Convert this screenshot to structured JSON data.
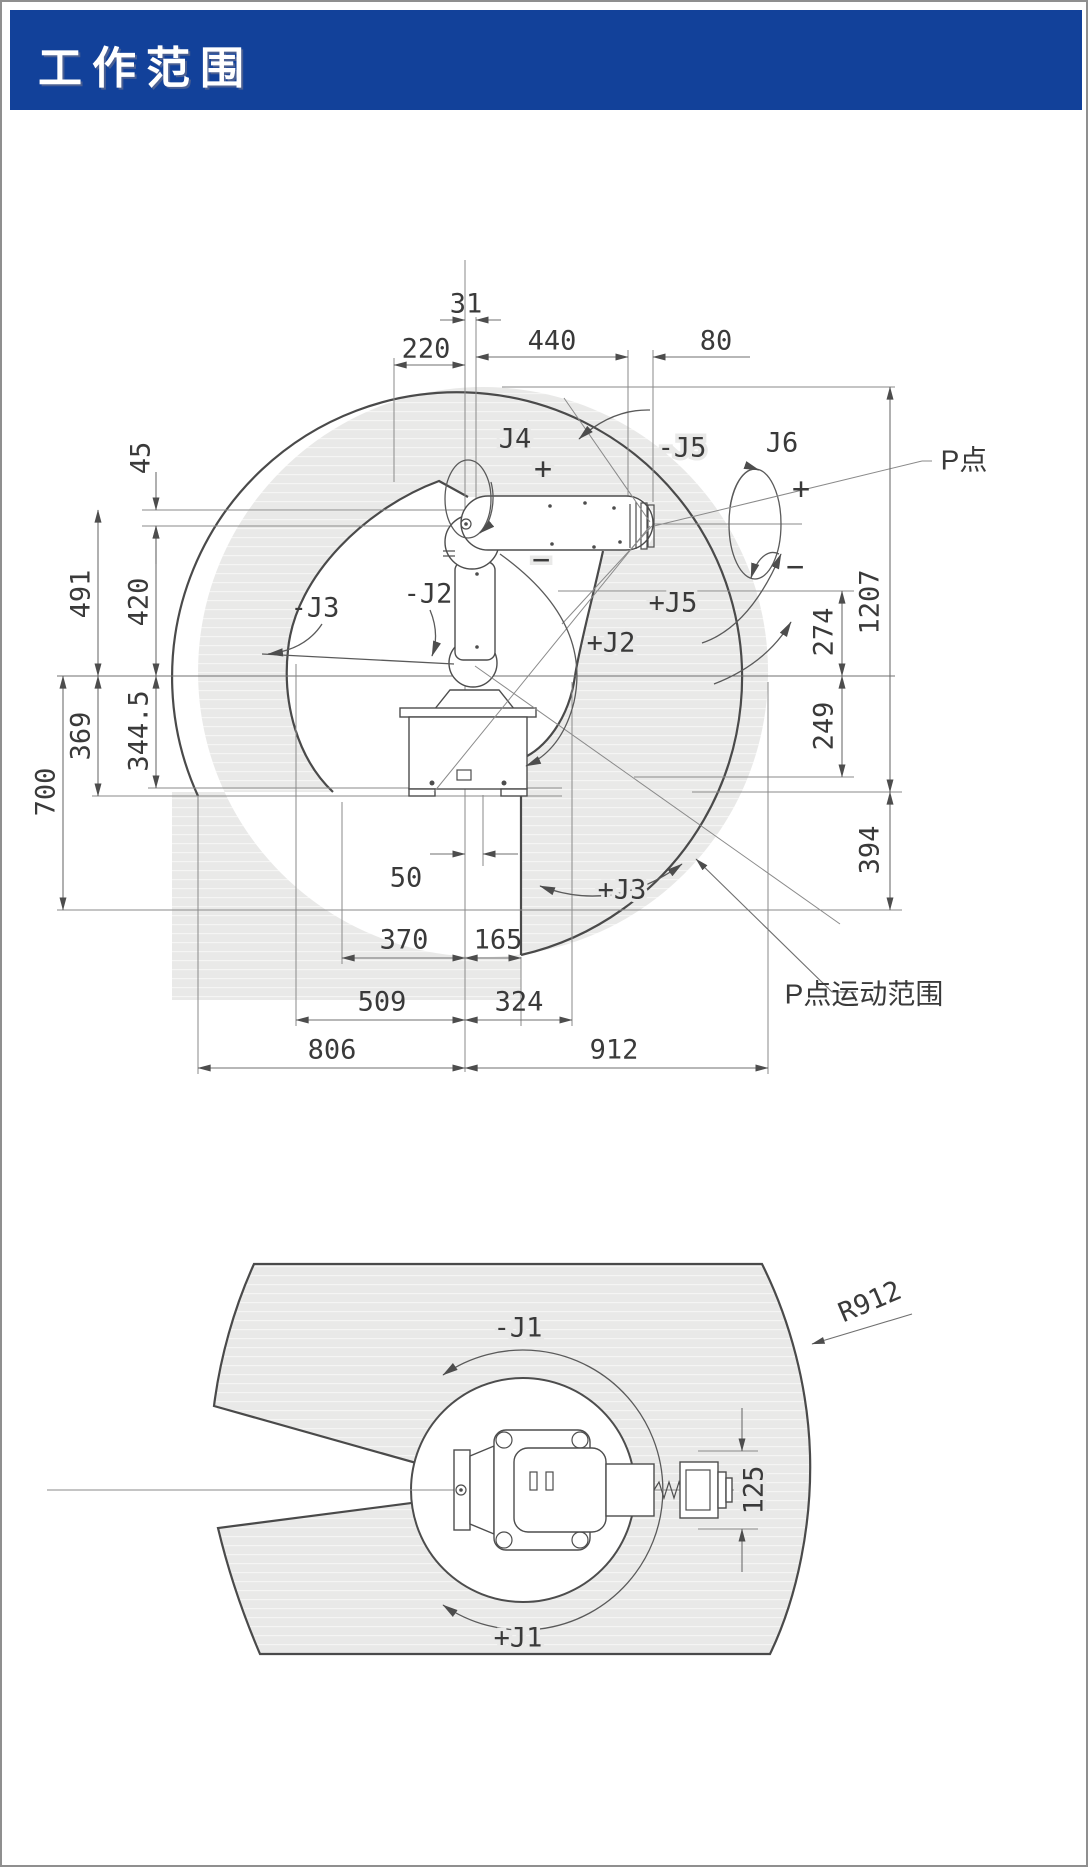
{
  "header": {
    "title": "工作范围"
  },
  "side_view": {
    "dims_top": [
      "31",
      "220",
      "440",
      "80"
    ],
    "dims_left": [
      "45",
      "491",
      "420",
      "369",
      "344.5",
      "700"
    ],
    "dims_right": [
      "1207",
      "274",
      "249",
      "394"
    ],
    "dims_bottom": [
      "50",
      "370",
      "165",
      "509",
      "324",
      "806",
      "912"
    ],
    "joint_labels": {
      "j4": "J4",
      "j5_minus": "-J5",
      "j6": "J6",
      "j5_plus": "+J5",
      "j2_plus": "+J2",
      "j2_minus": "-J2",
      "j3_minus": "-J3",
      "j3_plus": "+J3"
    },
    "signs": {
      "plus": "+",
      "minus": "−"
    },
    "p_point": "P点",
    "p_range": "P点运动范围"
  },
  "top_view": {
    "j1_minus": "-J1",
    "j1_plus": "+J1",
    "radius": "R912",
    "width": "125"
  },
  "colors": {
    "header_bg": "#12419a",
    "header_fg": "#ffffff",
    "shade": "#e9e9e8",
    "outline": "#4a4a4a",
    "dim_line": "#6f6f6f"
  }
}
